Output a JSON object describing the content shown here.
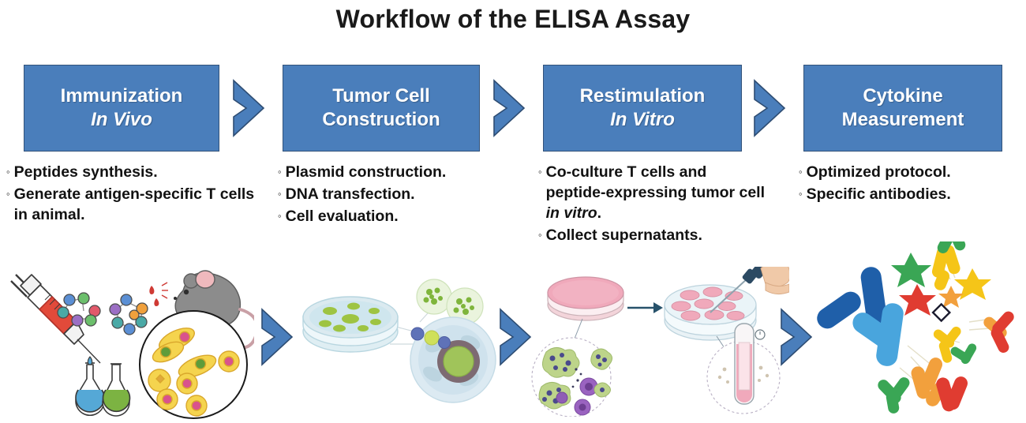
{
  "title": "Workflow of the ELISA Assay",
  "stages": [
    {
      "id": "immunization",
      "line1": "Immunization",
      "line2": "In Vivo",
      "line2_italic": true,
      "bullets": [
        {
          "pre": "Peptides synthesis.",
          "italic": "",
          "post": ""
        },
        {
          "pre": "Generate antigen-specific T cells in animal.",
          "italic": "",
          "post": ""
        }
      ]
    },
    {
      "id": "tumor-cell-construction",
      "line1": "Tumor Cell",
      "line2": "Construction",
      "line2_italic": false,
      "bullets": [
        {
          "pre": "Plasmid construction.",
          "italic": "",
          "post": ""
        },
        {
          "pre": "DNA transfection.",
          "italic": "",
          "post": ""
        },
        {
          "pre": "Cell evaluation.",
          "italic": "",
          "post": ""
        }
      ]
    },
    {
      "id": "restimulation",
      "line1": "Restimulation",
      "line2": "In Vitro",
      "line2_italic": true,
      "bullets": [
        {
          "pre": "Co-culture T cells and peptide-expressing tumor cell ",
          "italic": "in vitro",
          "post": "."
        },
        {
          "pre": "Collect supernatants.",
          "italic": "",
          "post": ""
        }
      ]
    },
    {
      "id": "cytokine-measurement",
      "line1": "Cytokine",
      "line2": "Measurement",
      "line2_italic": false,
      "bullets": [
        {
          "pre": "Optimized protocol.",
          "italic": "",
          "post": ""
        },
        {
          "pre": "Specific antibodies.",
          "italic": "",
          "post": ""
        }
      ]
    }
  ],
  "bullet_marker": "◦",
  "arrows": {
    "chevron_name": "chevron-right-arrow",
    "inline_arrow_name": "right-arrow",
    "count_top": 3,
    "count_bottom": 3
  },
  "colors": {
    "stage_box_fill": "#4a7ebb",
    "stage_box_border": "#32527a",
    "stage_text": "#ffffff",
    "chevron_fill": "#4a7ebb",
    "chevron_border": "#2e4d73",
    "title_text": "#1a1a1a",
    "bullet_text": "#121212",
    "syringe_liquid": "#e24a3a",
    "flask_blue": "#55a8d6",
    "flask_green": "#7cb342",
    "mouse_body": "#8c8c8c",
    "cell_yellow": "#f5d44e",
    "dish_pink": "#f0a9bb",
    "dish_green": "#a8c64a",
    "antibody_dark_blue": "#1f5fa9",
    "antibody_light_blue": "#49a5dd",
    "antibody_orange": "#f2a03d",
    "antibody_red": "#e03c31",
    "antibody_green": "#3aa655",
    "antibody_yellow": "#f5c518",
    "star_green": "#3aa655",
    "star_red": "#e03c31",
    "star_yellow": "#f5c518"
  },
  "illustrations": [
    {
      "panel": 1,
      "name": "immunization-illustration",
      "elements": [
        "syringe",
        "peptide-molecule-cluster",
        "peptide-ring-cluster",
        "blue-flask",
        "green-flask",
        "mouse",
        "blood-drops",
        "cell-circle"
      ]
    },
    {
      "panel": 2,
      "name": "tumor-cell-construction-illustration",
      "elements": [
        "petri-dish-green-colonies",
        "cell-cluster-small",
        "cell-cluster-small-2",
        "magnified-cell-with-nucleus",
        "plasmid-particles"
      ]
    },
    {
      "panel": 3,
      "name": "restimulation-illustration",
      "elements": [
        "pink-petri-dish",
        "magnified-coculture-cells",
        "inline-arrow",
        "multiwell-plate",
        "pipette-hand",
        "test-tube-supernatant",
        "magnified-supernatant"
      ]
    },
    {
      "panel": 4,
      "name": "cytokine-measurement-illustration",
      "elements": [
        "antibody-y-shapes",
        "cytokine-stars",
        "small-square-marker"
      ]
    }
  ]
}
